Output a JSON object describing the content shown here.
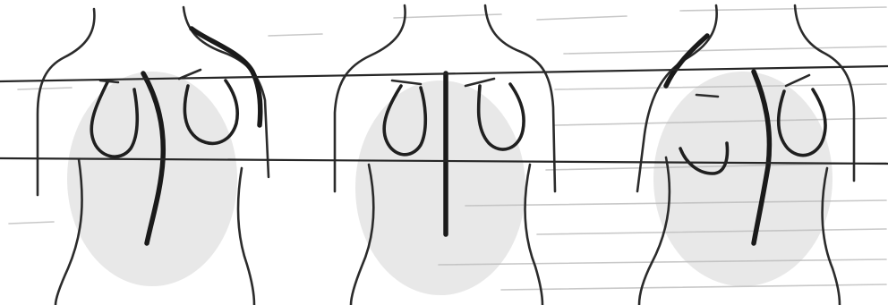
{
  "figure": {
    "figures": [
      {
        "id": "left",
        "spine": "curved",
        "shoulders": "uneven"
      },
      {
        "id": "middle",
        "spine": "straight",
        "shoulders": "level"
      },
      {
        "id": "right",
        "spine": "curved",
        "shoulders": "uneven"
      }
    ],
    "reference_lines": 2
  },
  "colors": {
    "ink": "#1a1a1a",
    "background": "#ffffff",
    "shading": "#bdbdbd"
  }
}
